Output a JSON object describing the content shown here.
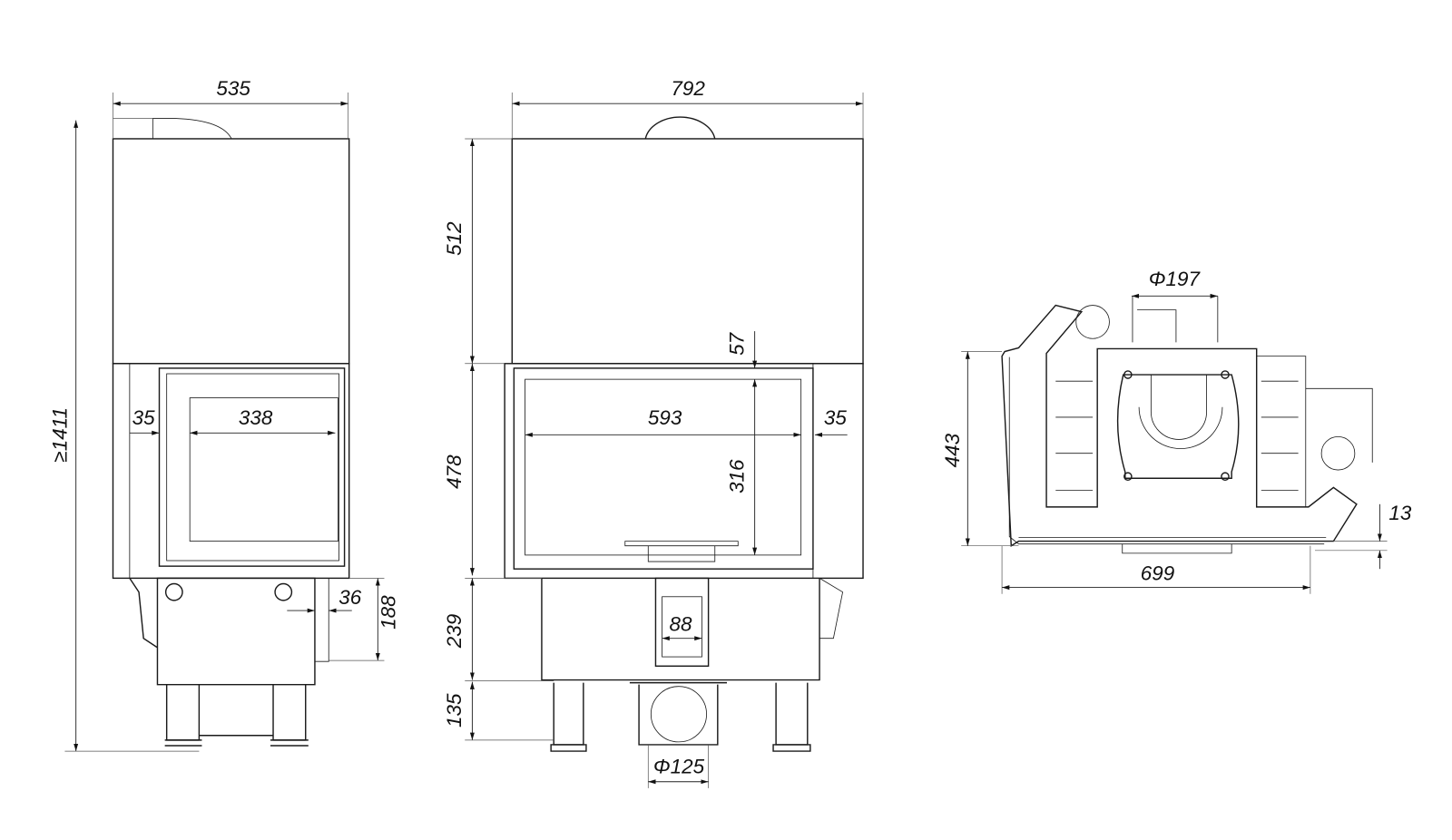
{
  "title": "Fireplace insert dimensional drawing",
  "side_view": {
    "width": "535",
    "height": "≥1411",
    "frame": "35",
    "glass_width": "338",
    "offset": "36",
    "base_height": "188"
  },
  "front_view": {
    "width": "792",
    "upper_height": "512",
    "lower_height": "478",
    "base_height": "239",
    "leg_height": "135",
    "glass_width": "593",
    "glass_height": "316",
    "top_gap": "57",
    "frame": "35",
    "slot_width": "88",
    "flue_diameter": "Φ125"
  },
  "top_view": {
    "outlet_diameter": "Φ197",
    "depth": "443",
    "width": "699",
    "offset": "13"
  },
  "colors": {
    "line": "#1a1a1a",
    "background": "#ffffff"
  }
}
